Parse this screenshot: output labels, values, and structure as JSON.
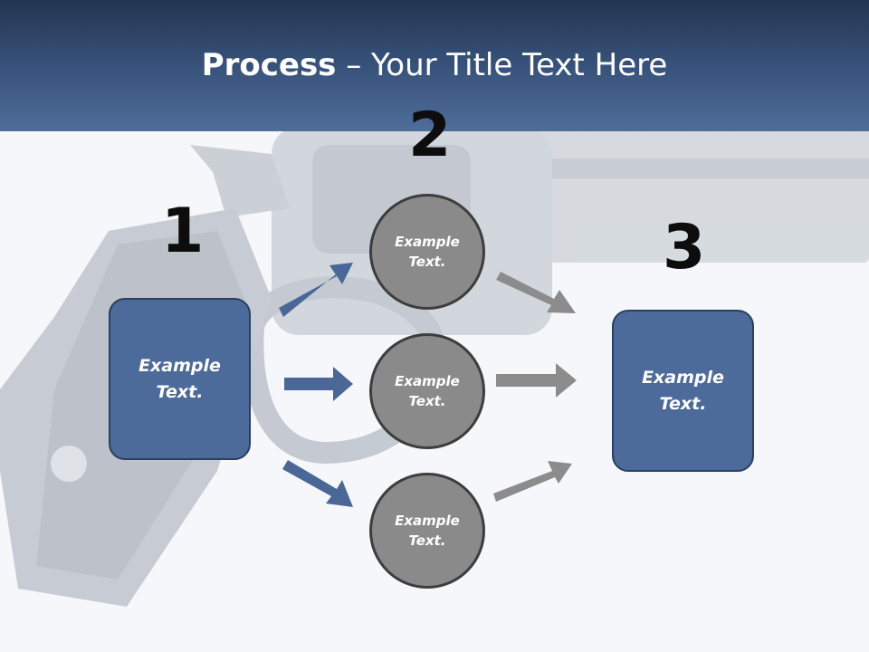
{
  "title": {
    "bold": "Process",
    "rest": " – Your Title Text Here"
  },
  "steps": [
    {
      "number": "1",
      "text": "Example\nText."
    },
    {
      "number": "2",
      "text": ""
    },
    {
      "number": "3",
      "text": "Example\nText."
    }
  ],
  "circles": [
    {
      "text": "Example\nText."
    },
    {
      "text": "Example\nText."
    },
    {
      "text": "Example\nText."
    }
  ],
  "colors": {
    "blue": "#4c6a9a",
    "gray": "#8a8a8a",
    "blue_arrow": "#4a6797",
    "gray_arrow": "#8c8c8c"
  }
}
